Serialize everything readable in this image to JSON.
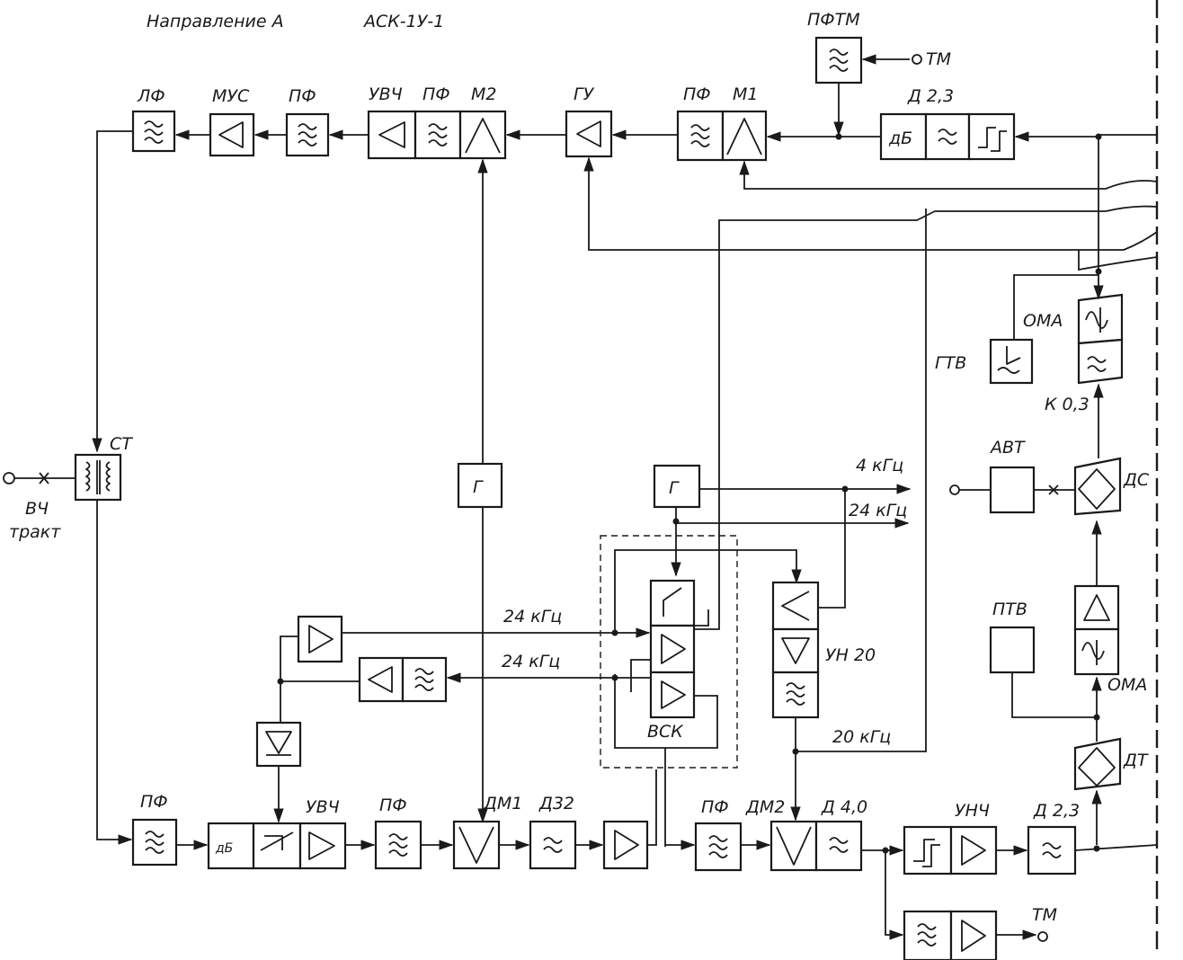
{
  "header": {
    "direction": "Направление А",
    "equipment": "АСК-1У-1"
  },
  "labels": {
    "lf": "ЛФ",
    "mus": "МУС",
    "pf_top": "ПФ",
    "uvch_top": "УВЧ",
    "pf_top2": "ПФ",
    "m2": "М2",
    "gu": "ГУ",
    "pf_m1": "ПФ",
    "m1": "М1",
    "pftm": "ПФТМ",
    "tm_in": "ТМ",
    "d23_top": "Д 2,3",
    "db_top": "дБ",
    "oma_top": "ОМА",
    "gtv": "ГТВ",
    "k03": "К 0,3",
    "avt": "АВТ",
    "ds": "ДС",
    "st": "СТ",
    "vch": "ВЧ",
    "trakt": "тракт",
    "g_left": "Г",
    "g_right": "Г",
    "f4k": "4 кГц",
    "f24k_a": "24 кГц",
    "f24k_b": "24 кГц",
    "f24k_c": "24 кГц",
    "vsk": "ВСК",
    "un20": "УН 20",
    "f20k": "20 кГц",
    "ptv": "ПТВ",
    "oma_bot": "ОМА",
    "dt": "ДТ",
    "pf_bl": "ПФ",
    "db_bot": "дБ",
    "uvch_bot": "УВЧ",
    "pf_bot2": "ПФ",
    "dm1": "ДМ1",
    "d32": "Д32",
    "pf_bot3": "ПФ",
    "dm2": "ДМ2",
    "d40": "Д 4,0",
    "unch": "УНЧ",
    "d23_bot": "Д 2,3",
    "tm_out": "ТМ"
  }
}
